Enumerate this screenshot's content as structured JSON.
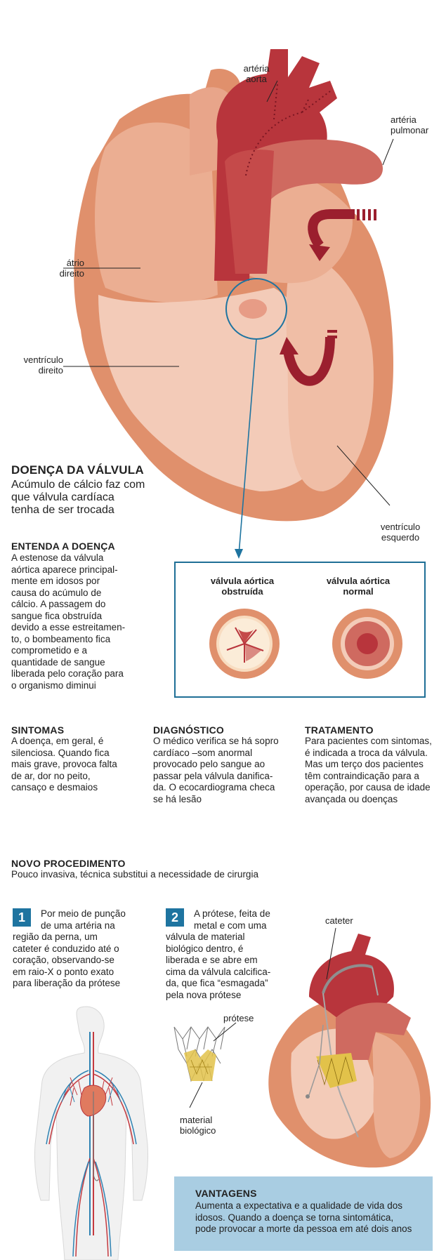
{
  "heart_labels": {
    "aorta": [
      "artéria",
      "aorta"
    ],
    "pulmonary": [
      "artéria",
      "pulmonar"
    ],
    "right_atrium": [
      "átrio",
      "direito"
    ],
    "right_ventricle": [
      "ventrículo",
      "direito"
    ],
    "left_ventricle": [
      "ventrículo",
      "esquerdo"
    ]
  },
  "header": {
    "title": "DOENÇA DA VÁLVULA",
    "subtitle": [
      "Acúmulo de cálcio faz com",
      "que válvula cardíaca",
      "tenha de ser trocada"
    ]
  },
  "understand": {
    "heading": "ENTENDA A DOENÇA",
    "lines": [
      "A estenose da válvula",
      "aórtica aparece principal-",
      "mente em idosos por",
      "causa do acúmulo de",
      "cálcio. A passagem do",
      "sangue fica obstruída",
      "devido a esse estreitamen-",
      "to, o bombeamento fica",
      "comprometido e a",
      "quantidade de sangue",
      "liberada pelo coração para",
      "o organismo diminui"
    ]
  },
  "valves": {
    "obstructed": [
      "válvula aórtica",
      "obstruída"
    ],
    "normal": [
      "válvula aórtica",
      "normal"
    ]
  },
  "symptoms": {
    "heading": "SINTOMAS",
    "lines": [
      "A doença, em geral, é",
      "silenciosa. Quando fica",
      "mais grave, provoca falta",
      "de ar, dor no peito,",
      "cansaço e desmaios"
    ]
  },
  "diagnosis": {
    "heading": "DIAGNÓSTICO",
    "lines": [
      "O médico verifica se há sopro",
      "cardíaco –som anormal",
      "provocado pelo sangue ao",
      "passar pela válvula danifica-",
      "da. O ecocardiograma checa",
      "se há lesão"
    ]
  },
  "treatment": {
    "heading": "TRATAMENTO",
    "lines": [
      "Para pacientes com sintomas,",
      "é indicada a troca da válvula.",
      "Mas um terço dos pacientes",
      "têm contraindicação para a",
      "operação, por causa de idade",
      "avançada ou doenças"
    ]
  },
  "procedure": {
    "heading": "NOVO PROCEDIMENTO",
    "subtitle": "Pouco invasiva, técnica substitui a necessidade de cirurgia"
  },
  "step1": {
    "number": "1",
    "lines": [
      "Por meio de pun­ção",
      "de uma artéria na",
      "região da perna, um",
      "cateter é conduzido até o",
      "coração, observando-se",
      "em raio-X o ponto exato",
      "para liberação da prótese"
    ]
  },
  "step2": {
    "number": "2",
    "lines": [
      "A prótese, feita de",
      "metal e com uma",
      "válvula de material",
      "biológico dentro, é",
      "liberada e se abre em",
      "cima da válvula calcifica-",
      "da, que fica “esmagada”",
      "pela nova prótese"
    ]
  },
  "prosthesis_labels": {
    "prosthesis": "prótese",
    "material": [
      "material",
      "biológico"
    ],
    "catheter": "cateter"
  },
  "advantages": {
    "heading": "VANTAGENS",
    "lines": [
      "Aumenta a expectativa e a qualidade de vida dos",
      "idosos. Quando a doença se torna sintomática,",
      "pode provocar a morte da pessoa em até dois anos"
    ]
  },
  "colors": {
    "skin_dark": "#e0906c",
    "skin_mid": "#ebae92",
    "skin_light": "#f3cbb8",
    "artery_red": "#b8353c",
    "blood_dark": "#9b1f2e",
    "accent_blue": "#1e74a0",
    "advantages_bg": "#a9cde2",
    "valve_yellow": "#e2c24a"
  }
}
